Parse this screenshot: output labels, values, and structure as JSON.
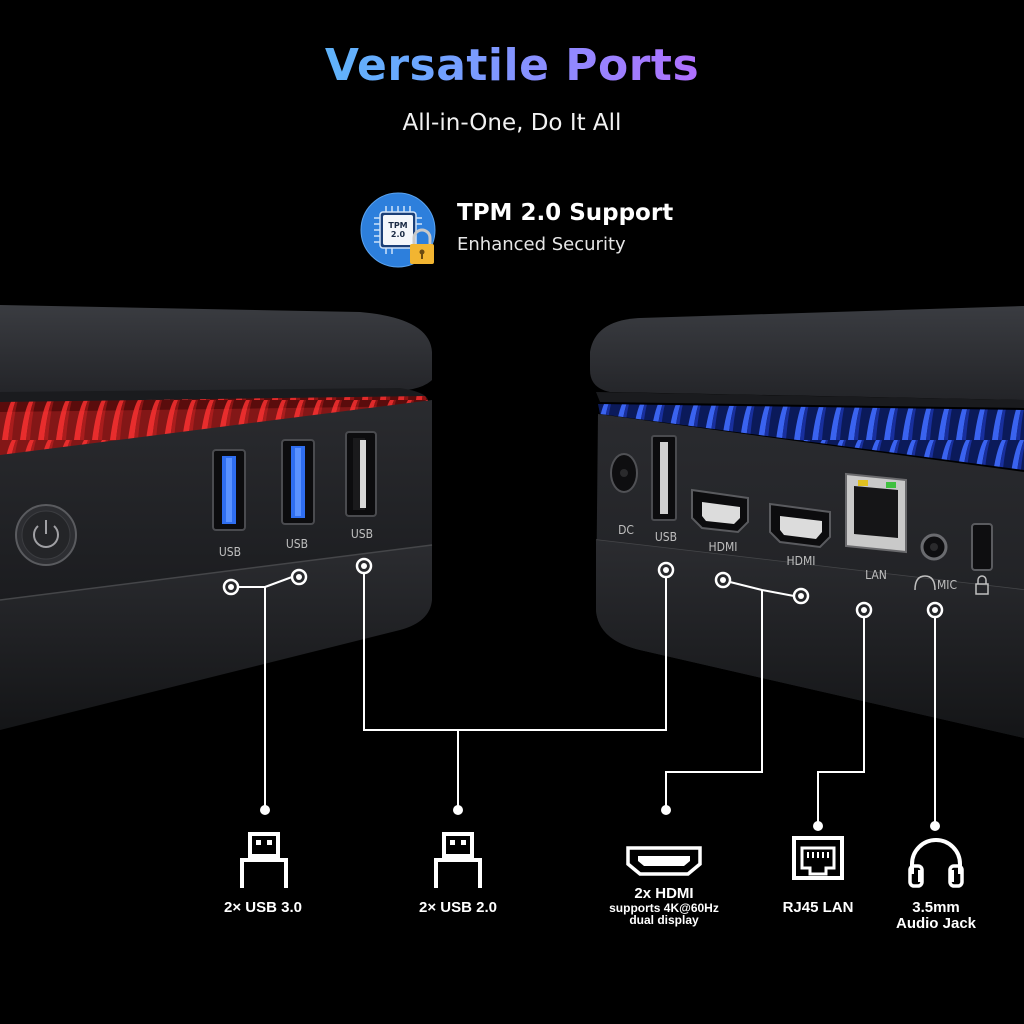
{
  "header": {
    "title": "Versatile Ports",
    "subtitle": "All-in-One, Do It All"
  },
  "tpm": {
    "title": "TPM 2.0 Support",
    "subtitle": "Enhanced Security",
    "chip_text_line1": "TPM",
    "chip_text_line2": "2.0"
  },
  "left_device": {
    "accent_color": "#d81e1e",
    "port_labels": [
      "USB",
      "USB",
      "USB"
    ]
  },
  "right_device": {
    "accent_color": "#2a52e0",
    "port_labels": [
      "DC",
      "USB",
      "HDMI",
      "HDMI",
      "LAN",
      "MIC"
    ]
  },
  "ports": [
    {
      "name": "2× USB 3.0",
      "icon": "usb-icon"
    },
    {
      "name": "2× USB 2.0",
      "icon": "usb-icon"
    },
    {
      "name": "2x HDMI",
      "detail_line1": "supports 4K@60Hz",
      "detail_line2": "dual display",
      "icon": "hdmi-icon"
    },
    {
      "name": "RJ45 LAN",
      "icon": "ethernet-icon"
    },
    {
      "name": "3.5mm",
      "detail_line1": "Audio Jack",
      "icon": "headphones-icon"
    }
  ]
}
